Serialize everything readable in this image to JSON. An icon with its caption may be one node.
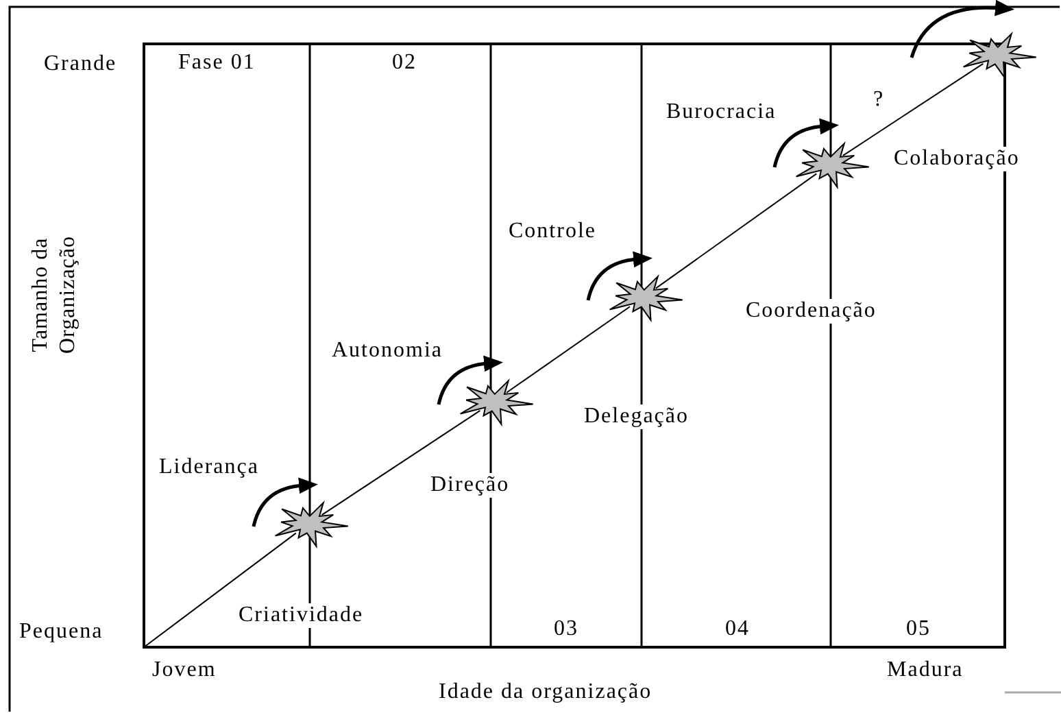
{
  "diagram": {
    "nodes": [
      {
        "text": [],
        "shape": "star"
      },
      {
        "text": [],
        "shape": "star"
      },
      {
        "text": [],
        "shape": "star"
      },
      {
        "text": [],
        "shape": "star"
      },
      {
        "text": [],
        "shape": "star"
      }
    ],
    "edges": [
      {
        "from": null,
        "to": 0,
        "arrow": "none"
      },
      {
        "from": 0,
        "to": 1,
        "arrow": "none"
      },
      {
        "from": 1,
        "to": 2,
        "arrow": "none"
      },
      {
        "from": 2,
        "to": 3,
        "arrow": "none"
      },
      {
        "from": 3,
        "to": 4,
        "arrow": "none"
      }
    ],
    "labels": [
      "Grande",
      "Pequena",
      "Tamanho da Organização",
      "Fase 01",
      "02",
      "03",
      "04",
      "05",
      "Liderança",
      "Criatividade",
      "Autonomia",
      "Direção",
      "Controle",
      "Delegação",
      "Burocracia",
      "Coordenação",
      "?",
      "Colaboração",
      "Jovem",
      "Idade da organização",
      "Madura"
    ]
  }
}
